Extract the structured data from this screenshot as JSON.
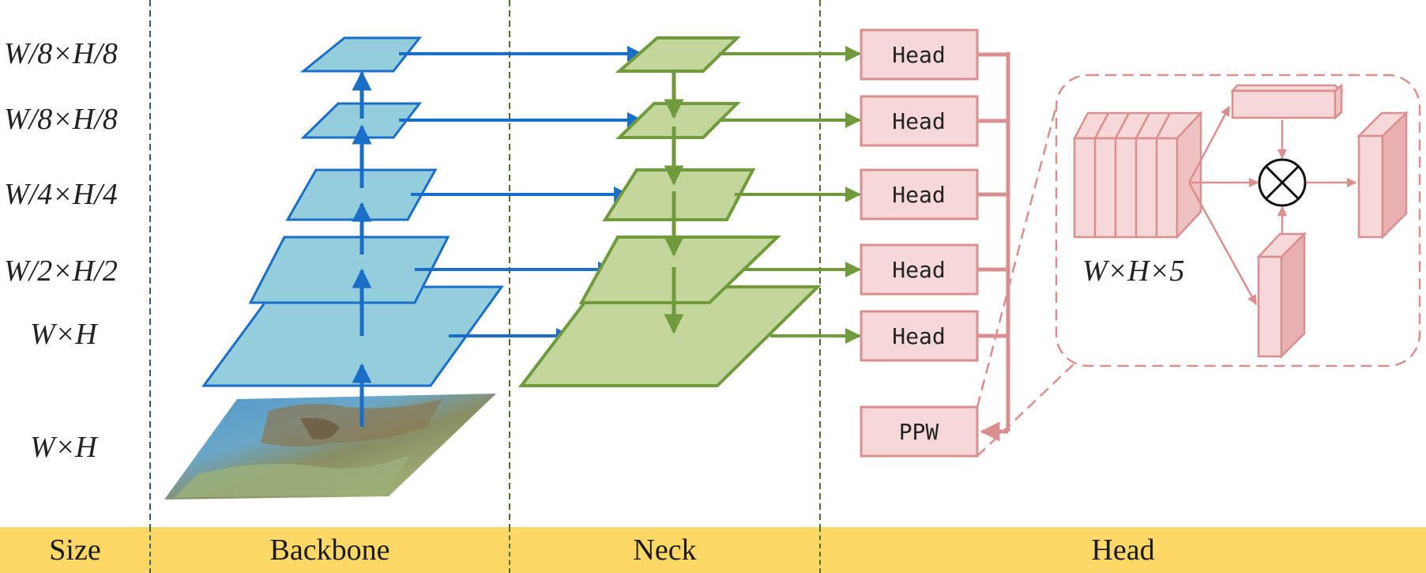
{
  "sizes": {
    "row1": "W/8×H/8",
    "row2": "W/8×H/8",
    "row3": "W/4×H/4",
    "row4": "W/2×H/2",
    "row5": "W×H",
    "input": "W×H"
  },
  "heads": [
    "Head",
    "Head",
    "Head",
    "Head",
    "Head"
  ],
  "ppw_label": "PPW",
  "detail_label": "W×H×5",
  "sections": {
    "size": "Size",
    "backbone": "Backbone",
    "neck": "Neck",
    "head": "Head"
  },
  "colors": {
    "backbone": "#94cedd",
    "backbone_stroke": "#1a6ec8",
    "neck": "#c3d69b",
    "neck_stroke": "#709a3c",
    "head_fill": "#f6d8d8",
    "head_stroke": "#d98f8f",
    "bar": "#fdd866"
  }
}
